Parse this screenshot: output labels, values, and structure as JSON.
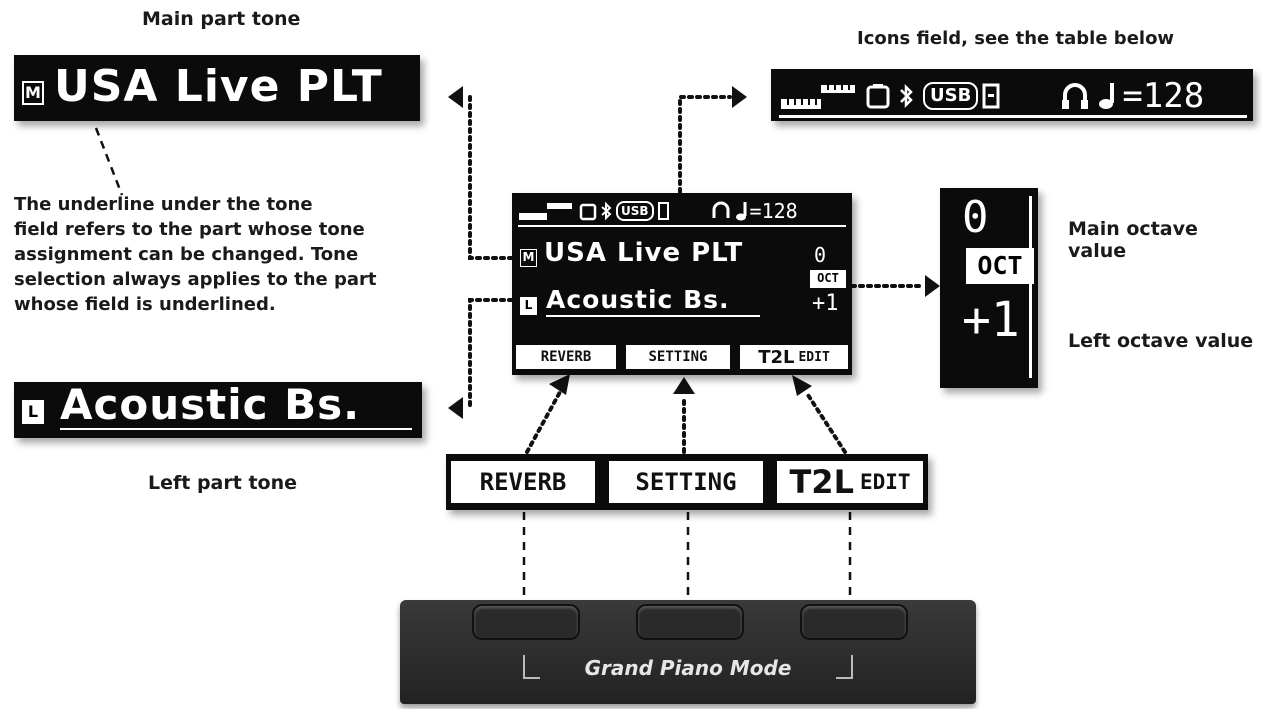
{
  "labels": {
    "main_part_tone": "Main part tone",
    "icons_field": "Icons field, see the table below",
    "underline_note": [
      "The underline under the tone",
      "field refers to the part whose tone",
      "assignment can be changed. Tone",
      "selection always applies to the part",
      "whose field is underlined."
    ],
    "left_part_tone": "Left part tone",
    "main_octave_value": "Main octave value",
    "left_octave_value": "Left octave value",
    "mode_label": "Grand Piano Mode"
  },
  "display": {
    "main_badge": "M",
    "main_tone": "USA Live PLT",
    "left_badge": "L",
    "left_tone": "Acoustic Bs.",
    "main_octave": "0",
    "octave_badge": "OCT",
    "left_octave": "+1",
    "usb": "USB",
    "tempo": "=128",
    "softkeys": {
      "reverb": "REVERB",
      "setting": "SETTING",
      "t2l": "T2L",
      "edit": "EDIT"
    }
  },
  "icons": [
    "keyboard-icon",
    "tablet-icon",
    "bluetooth-icon",
    "usb-icon",
    "memory-icon",
    "headphones-icon",
    "note-icon"
  ],
  "colors": {
    "screen": "#0b0b0b",
    "text": "#ffffff",
    "panel": "#2e2e2e",
    "label_text": "#1a1a1a"
  }
}
